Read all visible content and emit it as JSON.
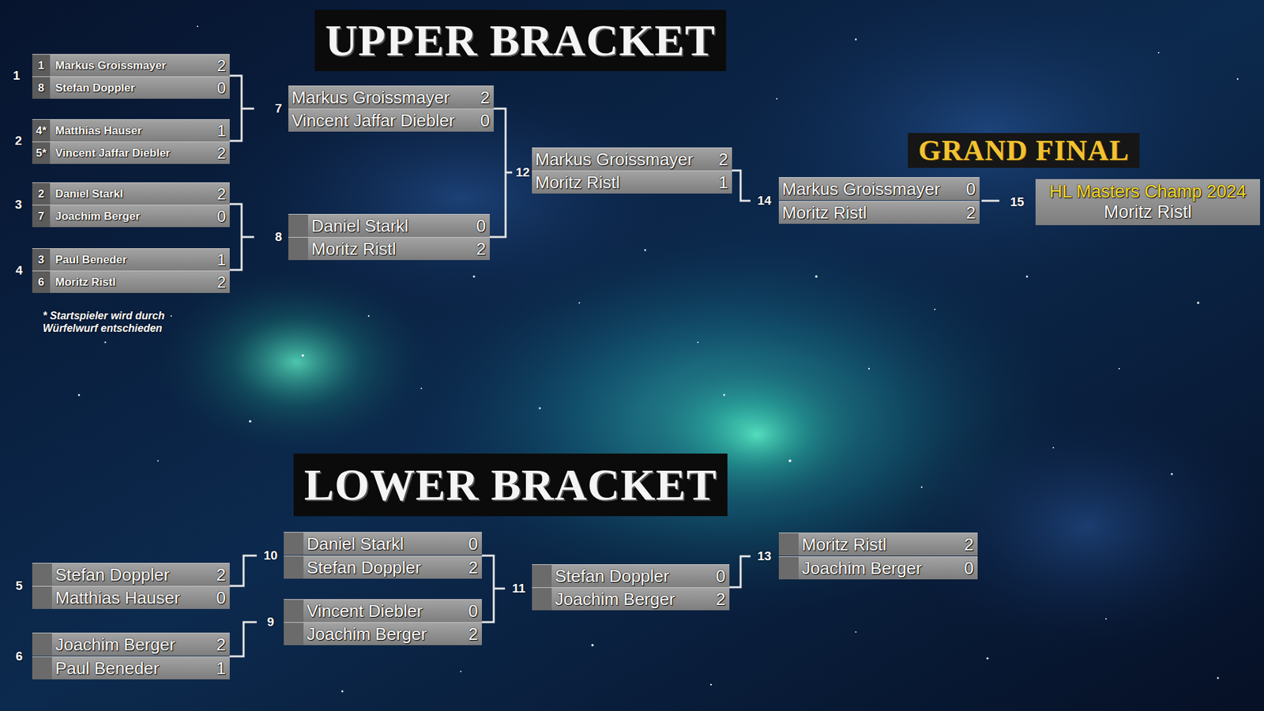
{
  "diagram": {
    "nodes": [
      {
        "text": [
          "UPPER BRACKET"
        ]
      },
      {
        "text": [
          "1",
          "Markus Groissmayer",
          "2"
        ]
      },
      {
        "text": [
          "8",
          "Stefan Doppler",
          "0"
        ]
      },
      {
        "text": [
          "4*",
          "Matthias Hauser",
          "1"
        ]
      },
      {
        "text": [
          "5*",
          "Vincent Jaffar Diebler",
          "2"
        ]
      },
      {
        "text": [
          "2",
          "Daniel Starkl",
          "2"
        ]
      },
      {
        "text": [
          "7",
          "Joachim Berger",
          "0"
        ]
      },
      {
        "text": [
          "3",
          "Paul Beneder",
          "1"
        ]
      },
      {
        "text": [
          "6",
          "Moritz Ristl",
          "2"
        ]
      },
      {
        "text": [
          "Markus Groissmayer",
          "2"
        ]
      },
      {
        "text": [
          "Vincent Jaffar Diebler",
          "0"
        ]
      },
      {
        "text": [
          "Daniel Starkl",
          "0"
        ]
      },
      {
        "text": [
          "Moritz Ristl",
          "2"
        ]
      },
      {
        "text": [
          "Markus Groissmayer",
          "2"
        ]
      },
      {
        "text": [
          "Moritz Ristl",
          "1"
        ]
      },
      {
        "text": [
          "GRAND FINAL"
        ]
      },
      {
        "text": [
          "Markus Groissmayer",
          "0"
        ]
      },
      {
        "text": [
          "Moritz Ristl",
          "2"
        ]
      },
      {
        "text": [
          "HL Masters Champ 2024",
          "Moritz Ristl"
        ]
      },
      {
        "text": [
          "LOWER BRACKET"
        ]
      },
      {
        "text": [
          "Stefan Doppler",
          "2"
        ]
      },
      {
        "text": [
          "Matthias Hauser",
          "0"
        ]
      },
      {
        "text": [
          "Joachim Berger",
          "2"
        ]
      },
      {
        "text": [
          "Paul Beneder",
          "1"
        ]
      },
      {
        "text": [
          "Daniel Starkl",
          "0"
        ]
      },
      {
        "text": [
          "Stefan Doppler",
          "2"
        ]
      },
      {
        "text": [
          "Vincent Diebler",
          "0"
        ]
      },
      {
        "text": [
          "Joachim Berger",
          "2"
        ]
      },
      {
        "text": [
          "Stefan Doppler",
          "0"
        ]
      },
      {
        "text": [
          "Joachim Berger",
          "2"
        ]
      },
      {
        "text": [
          "Moritz Ristl",
          "2"
        ]
      },
      {
        "text": [
          "Joachim Berger",
          "0"
        ]
      }
    ],
    "labels": [
      "1",
      "2",
      "3",
      "4",
      "* Startspieler wird durch Würfelwurf entschieden",
      "7",
      "8",
      "12",
      "14",
      "15",
      "10",
      "5",
      "9",
      "6",
      "11",
      "13"
    ]
  }
}
